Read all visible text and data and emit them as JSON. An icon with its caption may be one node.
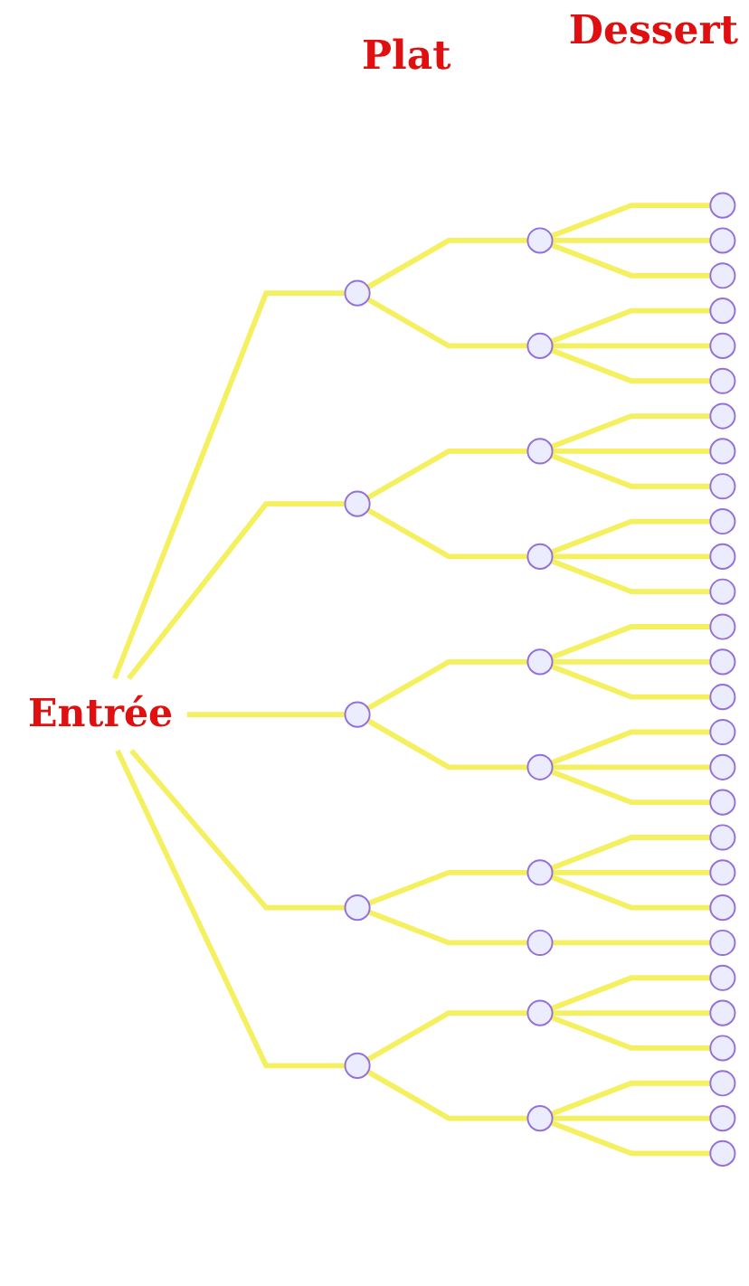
{
  "diagram": {
    "nodes": [
      {
        "text": [
          "Entrée"
        ]
      },
      {
        "text": [],
        "shape": "circle"
      },
      {
        "text": [],
        "shape": "circle"
      },
      {
        "text": [],
        "shape": "circle"
      },
      {
        "text": [],
        "shape": "circle"
      },
      {
        "text": [],
        "shape": "circle"
      },
      {
        "text": [],
        "shape": "circle"
      },
      {
        "text": [],
        "shape": "circle"
      },
      {
        "text": [],
        "shape": "circle"
      },
      {
        "text": [],
        "shape": "circle"
      },
      {
        "text": [],
        "shape": "circle"
      },
      {
        "text": [],
        "shape": "circle"
      },
      {
        "text": [],
        "shape": "circle"
      },
      {
        "text": [],
        "shape": "circle"
      },
      {
        "text": [],
        "shape": "circle"
      },
      {
        "text": [],
        "shape": "circle"
      },
      {
        "text": [],
        "shape": "circle"
      },
      {
        "text": [],
        "shape": "circle"
      },
      {
        "text": [],
        "shape": "circle"
      },
      {
        "text": [],
        "shape": "circle"
      },
      {
        "text": [],
        "shape": "circle"
      },
      {
        "text": [],
        "shape": "circle"
      },
      {
        "text": [],
        "shape": "circle"
      },
      {
        "text": [],
        "shape": "circle"
      },
      {
        "text": [],
        "shape": "circle"
      },
      {
        "text": [],
        "shape": "circle"
      },
      {
        "text": [],
        "shape": "circle"
      },
      {
        "text": [],
        "shape": "circle"
      },
      {
        "text": [],
        "shape": "circle"
      },
      {
        "text": [],
        "shape": "circle"
      },
      {
        "text": [],
        "shape": "circle"
      },
      {
        "text": [],
        "shape": "circle"
      },
      {
        "text": [],
        "shape": "circle"
      },
      {
        "text": [],
        "shape": "circle"
      },
      {
        "text": [],
        "shape": "circle"
      },
      {
        "text": [],
        "shape": "circle"
      },
      {
        "text": [],
        "shape": "circle"
      },
      {
        "text": [],
        "shape": "circle"
      },
      {
        "text": [],
        "shape": "circle"
      },
      {
        "text": [],
        "shape": "circle"
      },
      {
        "text": [],
        "shape": "circle"
      },
      {
        "text": [],
        "shape": "circle"
      },
      {
        "text": [],
        "shape": "circle"
      },
      {
        "text": [],
        "shape": "circle"
      }
    ],
    "edges": [
      {
        "from": 0,
        "to": 1,
        "arrow": "none"
      },
      {
        "from": 0,
        "to": 2,
        "arrow": "none"
      },
      {
        "from": 0,
        "to": 3,
        "arrow": "none"
      },
      {
        "from": 0,
        "to": 4,
        "arrow": "none"
      },
      {
        "from": 0,
        "to": 5,
        "arrow": "none"
      },
      {
        "from": 1,
        "to": 6,
        "arrow": "none"
      },
      {
        "from": 1,
        "to": 7,
        "arrow": "none"
      },
      {
        "from": 2,
        "to": 8,
        "arrow": "none"
      },
      {
        "from": 2,
        "to": 9,
        "arrow": "none"
      },
      {
        "from": 3,
        "to": 10,
        "arrow": "none"
      },
      {
        "from": 3,
        "to": 11,
        "arrow": "none"
      },
      {
        "from": 4,
        "to": 12,
        "arrow": "none"
      },
      {
        "from": 4,
        "to": 13,
        "arrow": "none"
      },
      {
        "from": 5,
        "to": 14,
        "arrow": "none"
      },
      {
        "from": 5,
        "to": 15,
        "arrow": "none"
      },
      {
        "from": 6,
        "to": 16,
        "arrow": "none"
      },
      {
        "from": 6,
        "to": 17,
        "arrow": "none"
      },
      {
        "from": 6,
        "to": 18,
        "arrow": "none"
      },
      {
        "from": 7,
        "to": 19,
        "arrow": "none"
      },
      {
        "from": 7,
        "to": 20,
        "arrow": "none"
      },
      {
        "from": 7,
        "to": 21,
        "arrow": "none"
      },
      {
        "from": 8,
        "to": 22,
        "arrow": "none"
      },
      {
        "from": 8,
        "to": 23,
        "arrow": "none"
      },
      {
        "from": 8,
        "to": 24,
        "arrow": "none"
      },
      {
        "from": 9,
        "to": 25,
        "arrow": "none"
      },
      {
        "from": 9,
        "to": 26,
        "arrow": "none"
      },
      {
        "from": 9,
        "to": 27,
        "arrow": "none"
      },
      {
        "from": 10,
        "to": 28,
        "arrow": "none"
      },
      {
        "from": 10,
        "to": 29,
        "arrow": "none"
      },
      {
        "from": 10,
        "to": 30,
        "arrow": "none"
      },
      {
        "from": 11,
        "to": 31,
        "arrow": "none"
      },
      {
        "from": 11,
        "to": 32,
        "arrow": "none"
      },
      {
        "from": 11,
        "to": 33,
        "arrow": "none"
      },
      {
        "from": 12,
        "to": 34,
        "arrow": "none"
      },
      {
        "from": 12,
        "to": 35,
        "arrow": "none"
      },
      {
        "from": 12,
        "to": 36,
        "arrow": "none"
      },
      {
        "from": 13,
        "to": 37,
        "arrow": "none"
      },
      {
        "from": 14,
        "to": 38,
        "arrow": "none"
      },
      {
        "from": 14,
        "to": 39,
        "arrow": "none"
      },
      {
        "from": 14,
        "to": 40,
        "arrow": "none"
      },
      {
        "from": 15,
        "to": 41,
        "arrow": "none"
      },
      {
        "from": 15,
        "to": 42,
        "arrow": "none"
      },
      {
        "from": 15,
        "to": 43,
        "arrow": "none"
      }
    ],
    "labels": [
      "Dessert",
      "Plat"
    ]
  }
}
